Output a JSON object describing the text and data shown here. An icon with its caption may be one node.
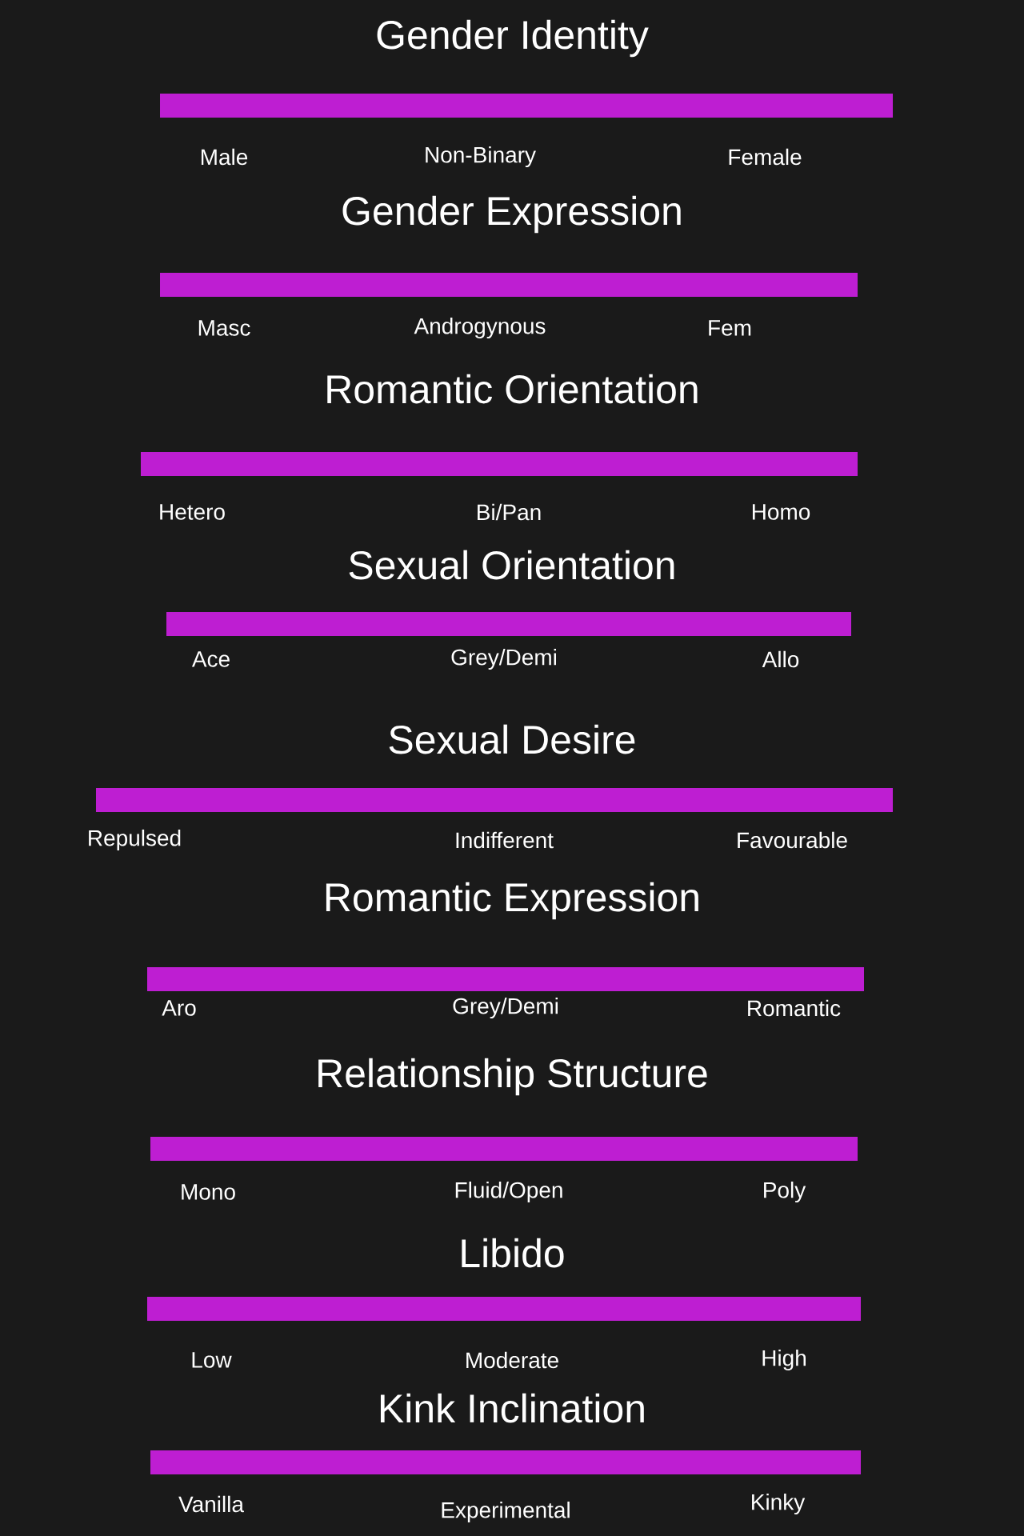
{
  "diagram": {
    "nodes": [
      {
        "text": [],
        "shape": "bar",
        "beside": [
          "Gender Identity",
          "Male",
          "Non-Binary",
          "Female"
        ]
      },
      {
        "text": [],
        "shape": "bar",
        "beside": [
          "Gender Expression",
          "Masc",
          "Androgynous",
          "Fem"
        ]
      },
      {
        "text": [],
        "shape": "bar",
        "beside": [
          "Romantic Orientation",
          "Hetero",
          "Bi/Pan",
          "Homo"
        ]
      },
      {
        "text": [],
        "shape": "bar",
        "beside": [
          "Sexual Orientation",
          "Ace",
          "Grey/Demi",
          "Allo"
        ]
      },
      {
        "text": [],
        "shape": "bar",
        "beside": [
          "Sexual Desire",
          "Repulsed",
          "Indifferent",
          "Favourable"
        ]
      },
      {
        "text": [],
        "shape": "bar",
        "beside": [
          "Romantic Expression",
          "Aro",
          "Grey/Demi",
          "Romantic"
        ]
      },
      {
        "text": [],
        "shape": "bar",
        "beside": [
          "Relationship Structure",
          "Mono",
          "Fluid/Open",
          "Poly"
        ]
      },
      {
        "text": [],
        "shape": "bar",
        "beside": [
          "Libido",
          "Low",
          "Moderate",
          "High"
        ]
      },
      {
        "text": [],
        "shape": "bar",
        "beside": [
          "Kink Inclination",
          "Vanilla",
          "Experimental",
          "Kinky"
        ]
      }
    ]
  }
}
